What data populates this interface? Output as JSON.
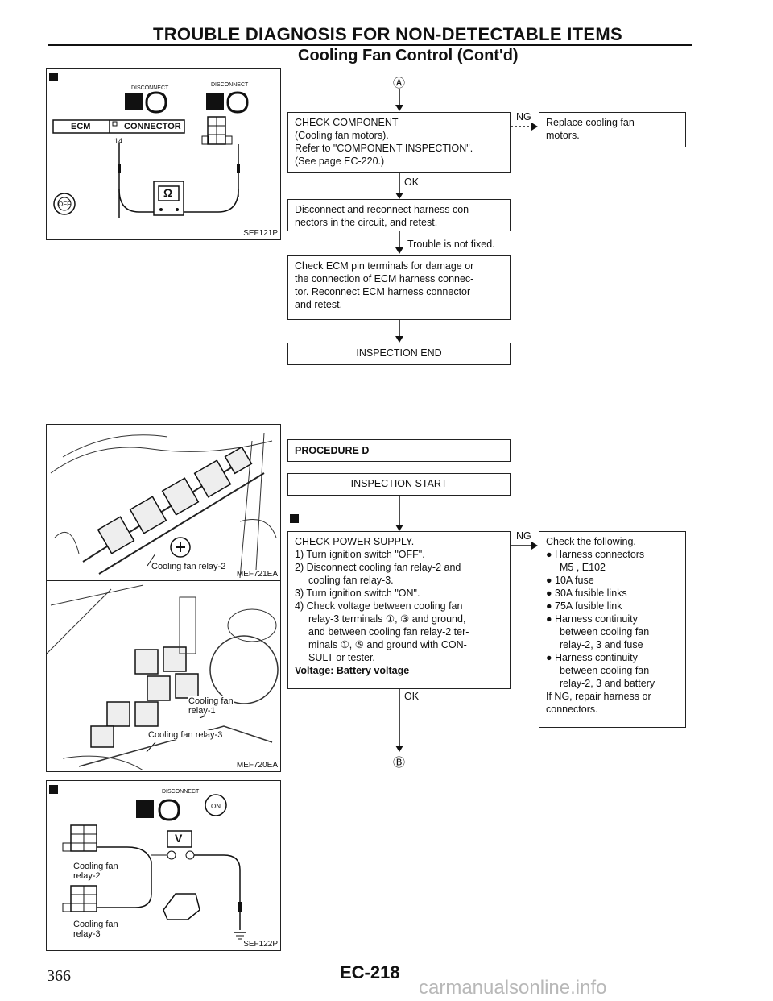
{
  "header": {
    "title": "TROUBLE DIAGNOSIS FOR NON-DETECTABLE ITEMS",
    "subtitle": "Cooling Fan Control (Cont'd)"
  },
  "figures": {
    "fig1": {
      "code": "SEF121P",
      "disconnect1": "DISCONNECT",
      "disconnect2": "DISCONNECT",
      "ecm": "ECM",
      "connector": "CONNECTOR",
      "pin": "14",
      "ohm": "Ω",
      "key": "OFF"
    },
    "fig2": {
      "code": "MEF721EA",
      "label1": "Cooling fan relay-2"
    },
    "fig3": {
      "code": "MEF720EA",
      "label1": "Cooling fan",
      "label2": "relay-1",
      "label3": "Cooling fan relay-3"
    },
    "fig4": {
      "code": "SEF122P",
      "disconnect": "DISCONNECT",
      "volt": "V",
      "key": "ON",
      "label1a": "Cooling fan",
      "label1b": "relay-2",
      "label2a": "Cooling fan",
      "label2b": "relay-3"
    }
  },
  "flow1": {
    "start_marker": "Ⓐ",
    "check": [
      "CHECK COMPONENT",
      "(Cooling fan motors).",
      "Refer to \"COMPONENT INSPECTION\".",
      "(See page EC-220.)"
    ],
    "ng_label": "NG",
    "ng_box": [
      "Replace cooling fan",
      "motors."
    ],
    "ok_label": "OK",
    "disconnect_box": [
      "Disconnect and reconnect harness con-",
      "nectors in the circuit, and retest."
    ],
    "trouble_label": "Trouble is not fixed.",
    "ecm_box": [
      "Check ECM pin terminals for damage or",
      "the connection of ECM harness connec-",
      "tor. Reconnect ECM harness connector",
      "and retest."
    ],
    "end_box": "INSPECTION END"
  },
  "flow2": {
    "procedure": "PROCEDURE D",
    "start_box": "INSPECTION START",
    "power": [
      "CHECK POWER SUPPLY.",
      "1) Turn ignition switch \"OFF\".",
      "2) Disconnect cooling fan relay-2 and",
      "cooling fan relay-3.",
      "3) Turn ignition switch \"ON\".",
      "4) Check voltage between cooling fan",
      "relay-3 terminals ①, ③ and ground,",
      "and between cooling fan relay-2 ter-",
      "minals ①, ⑤ and ground with CON-",
      "SULT or tester.",
      "Voltage: Battery voltage"
    ],
    "ng_label": "NG",
    "ng_box": [
      "Check the following.",
      "● Harness connectors",
      "M5 , E102",
      "● 10A fuse",
      "● 30A fusible links",
      "● 75A fusible link",
      "● Harness continuity",
      "between cooling fan",
      "relay-2, 3 and fuse",
      "● Harness continuity",
      "between cooling fan",
      "relay-2, 3 and battery",
      "If NG, repair harness or",
      "connectors."
    ],
    "ok_label": "OK",
    "end_marker": "Ⓑ"
  },
  "footer": {
    "page_number": "366",
    "page_code": "EC-218",
    "watermark": "carmanualsonline.info"
  }
}
